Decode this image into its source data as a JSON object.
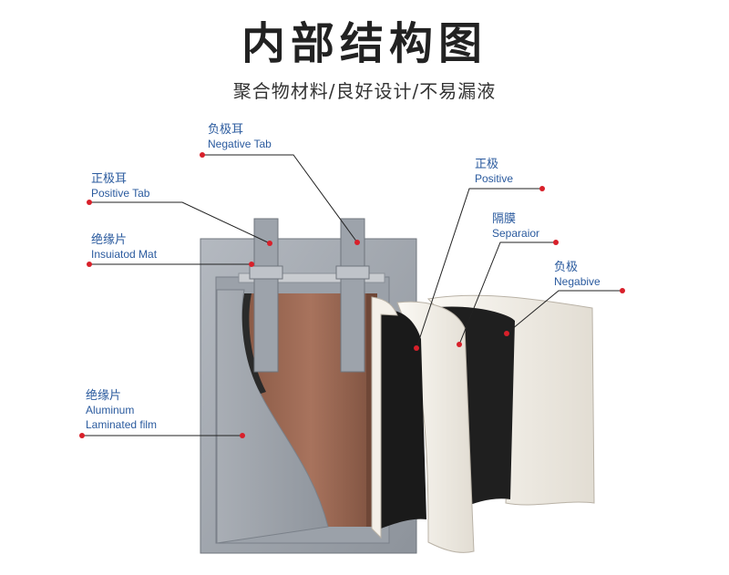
{
  "header": {
    "title": "内部结构图",
    "subtitle": "聚合物材料/良好设计/不易漏液"
  },
  "labels": {
    "negative_tab": {
      "zh": "负极耳",
      "en": "Negative Tab"
    },
    "positive_tab": {
      "zh": "正极耳",
      "en": "Positive Tab"
    },
    "insulating_mat": {
      "zh": "绝缘片",
      "en": "Insuiatod Mat"
    },
    "aluminum_film": {
      "zh": "绝缘片",
      "en1": "Aluminum",
      "en2": "Laminated film"
    },
    "positive": {
      "zh": "正极",
      "en": "Positive"
    },
    "separator": {
      "zh": "隔膜",
      "en": "Separaior"
    },
    "negative": {
      "zh": "负极",
      "en": "Negabive"
    }
  },
  "colors": {
    "label_text": "#2a5a9e",
    "callout_dot": "#d8202a",
    "callout_line": "#222222",
    "casing": "#a4a9b0",
    "cell_core": "#9c6a55",
    "electrode_dark": "#1e1e1e",
    "separator_light": "#f1ede6"
  }
}
